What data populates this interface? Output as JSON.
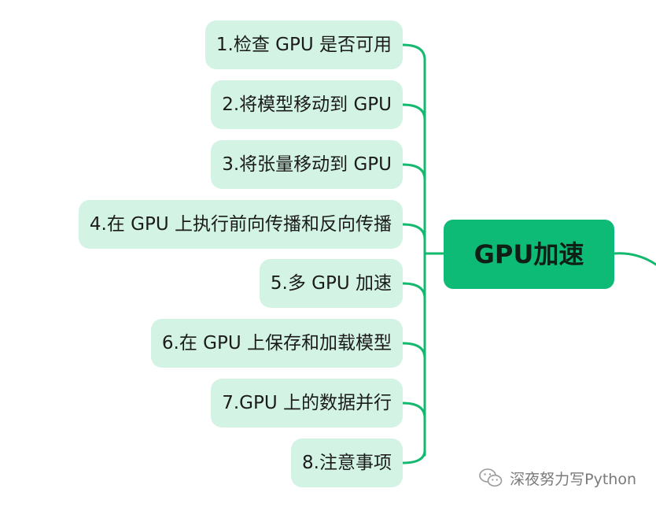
{
  "mindmap": {
    "central": "GPU加速",
    "branches": [
      {
        "label": "1.检查 GPU 是否可用"
      },
      {
        "label": "2.将模型移动到 GPU"
      },
      {
        "label": "3.将张量移动到 GPU"
      },
      {
        "label": "4.在 GPU 上执行前向传播和反向传播"
      },
      {
        "label": "5.多 GPU 加速"
      },
      {
        "label": "6.在 GPU 上保存和加载模型"
      },
      {
        "label": "7.GPU 上的数据并行"
      },
      {
        "label": "8.注意事项"
      }
    ]
  },
  "watermark": {
    "icon": "wechat-icon",
    "text": "深夜努力写Python"
  },
  "colors": {
    "connector": "#14b86e",
    "node_fill": "#d3f3e4",
    "central_fill": "#0dbb76"
  }
}
